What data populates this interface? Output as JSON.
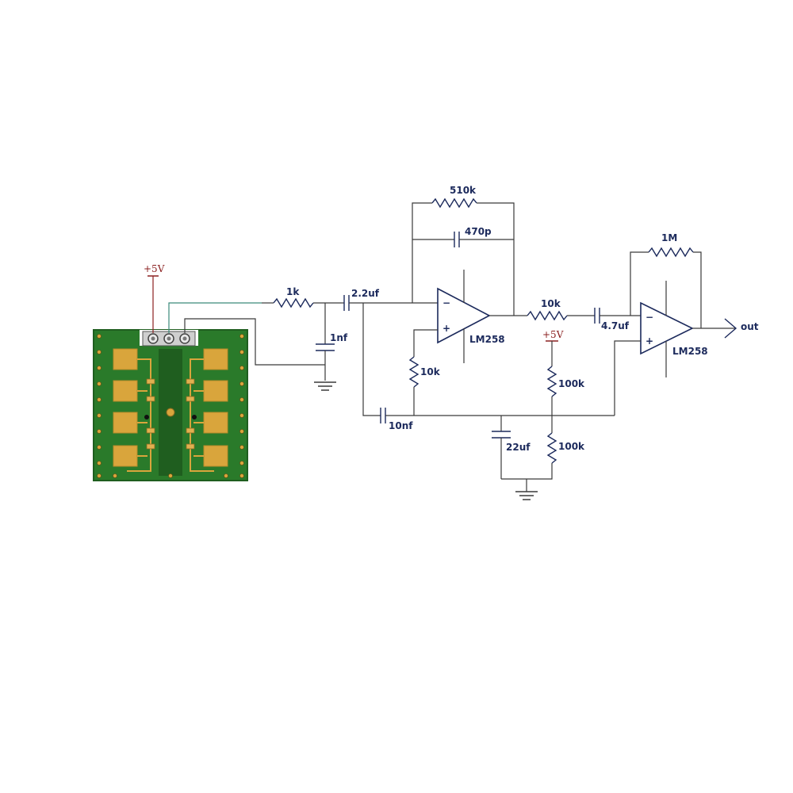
{
  "colors": {
    "wire": "#3a3a3a",
    "component": "#1c2a5c",
    "pcb_green": "#2a7a2a",
    "pad_gold": "#d9a53c",
    "supply_red": "#8b2020",
    "teal_wire": "#3a8a7a"
  },
  "labels": {
    "pcb_supply": "+5V",
    "r_input": "1k",
    "c_coupling1": "2.2uf",
    "c_filter": "1nf",
    "r_feedback1": "510k",
    "c_feedback1": "470p",
    "opamp1": "LM258",
    "r_bias1": "10k",
    "c_bypass1": "10nf",
    "r_stage2": "10k",
    "supply2": "+5V",
    "r_div_top": "100k",
    "r_div_bottom": "100k",
    "c_div": "22uf",
    "c_coupling2": "4.7uf",
    "r_feedback2": "1M",
    "opamp2": "LM258",
    "output": "out",
    "minus_sign": "−",
    "plus_sign": "+"
  }
}
